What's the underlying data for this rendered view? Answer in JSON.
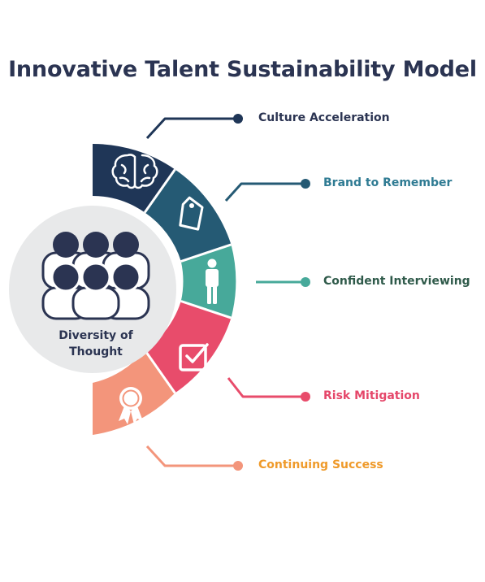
{
  "title": "Innovative Talent Sustainability Model",
  "center": {
    "line1": "Diversity of",
    "line2": "Thought",
    "icon": "group-of-people-icon"
  },
  "segments": [
    {
      "label": "Culture Acceleration",
      "color": "#1f3657",
      "label_color": "#2b3452",
      "icon": "brain-icon"
    },
    {
      "label": "Brand to Remember",
      "color": "#255a74",
      "label_color": "#2f7b93",
      "icon": "price-tag-icon"
    },
    {
      "label": "Confident Interviewing",
      "color": "#47a99a",
      "label_color": "#2f5a4a",
      "icon": "person-icon"
    },
    {
      "label": "Risk Mitigation",
      "color": "#e84c6b",
      "label_color": "#e5476a",
      "icon": "checkbox-icon"
    },
    {
      "label": "Continuing Success",
      "color": "#f3957b",
      "label_color": "#ef9a2a",
      "icon": "award-ribbon-icon"
    }
  ]
}
